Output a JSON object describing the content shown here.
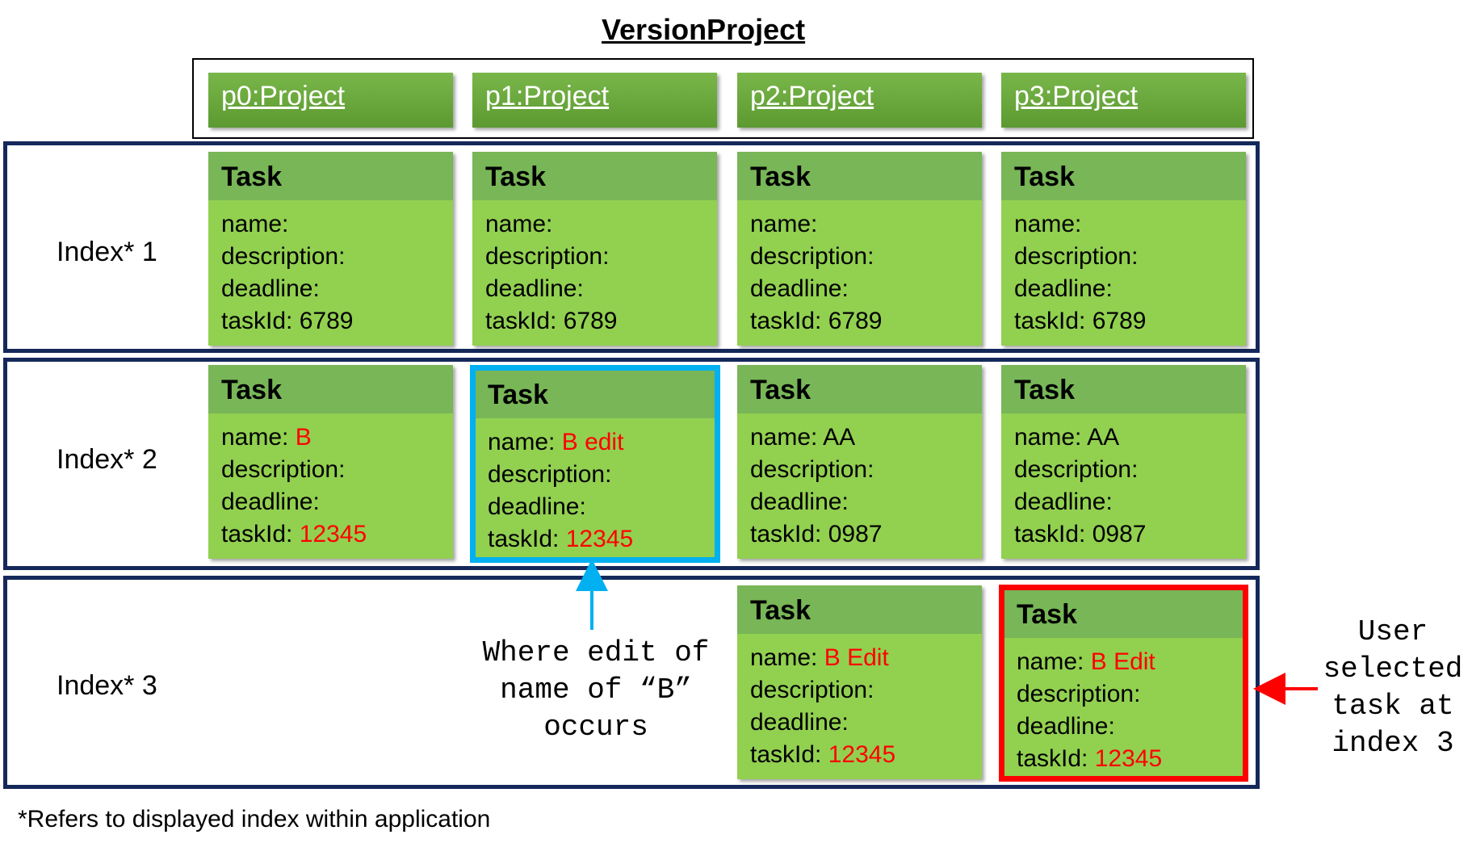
{
  "title": "VersionProject",
  "projects": [
    "p0:Project",
    "p1:Project",
    "p2:Project",
    "p3:Project"
  ],
  "task_header": "Task",
  "labels": {
    "name": "name: ",
    "description": "description:",
    "deadline": "deadline:",
    "taskId": "taskId: "
  },
  "rows": [
    {
      "label": "Index* 1",
      "tasks": [
        {
          "name": "",
          "taskId": "6789"
        },
        {
          "name": "",
          "taskId": "6789"
        },
        {
          "name": "",
          "taskId": "6789"
        },
        {
          "name": "",
          "taskId": "6789"
        }
      ]
    },
    {
      "label": "Index* 2",
      "tasks": [
        {
          "name": "B",
          "taskId": "12345"
        },
        {
          "name": "B edit",
          "taskId": "12345"
        },
        {
          "name": "AA",
          "taskId": "0987"
        },
        {
          "name": "AA",
          "taskId": "0987"
        }
      ]
    },
    {
      "label": "Index* 3",
      "tasks": [
        {
          "name": "B Edit",
          "taskId": "12345"
        },
        {
          "name": "B Edit",
          "taskId": "12345"
        }
      ]
    }
  ],
  "annotations": {
    "edit_note": "Where edit of\nname of “B”\noccurs",
    "user_note": "User\nselected\ntask at\nindex 3"
  },
  "footnote": "*Refers to displayed index within application",
  "colors": {
    "frame": "#14285a",
    "task_body": "#92d050",
    "task_header": "#78b657",
    "highlight_blue": "#00b0f0",
    "highlight_red": "#ff0000",
    "changed_text": "#ff0000"
  }
}
